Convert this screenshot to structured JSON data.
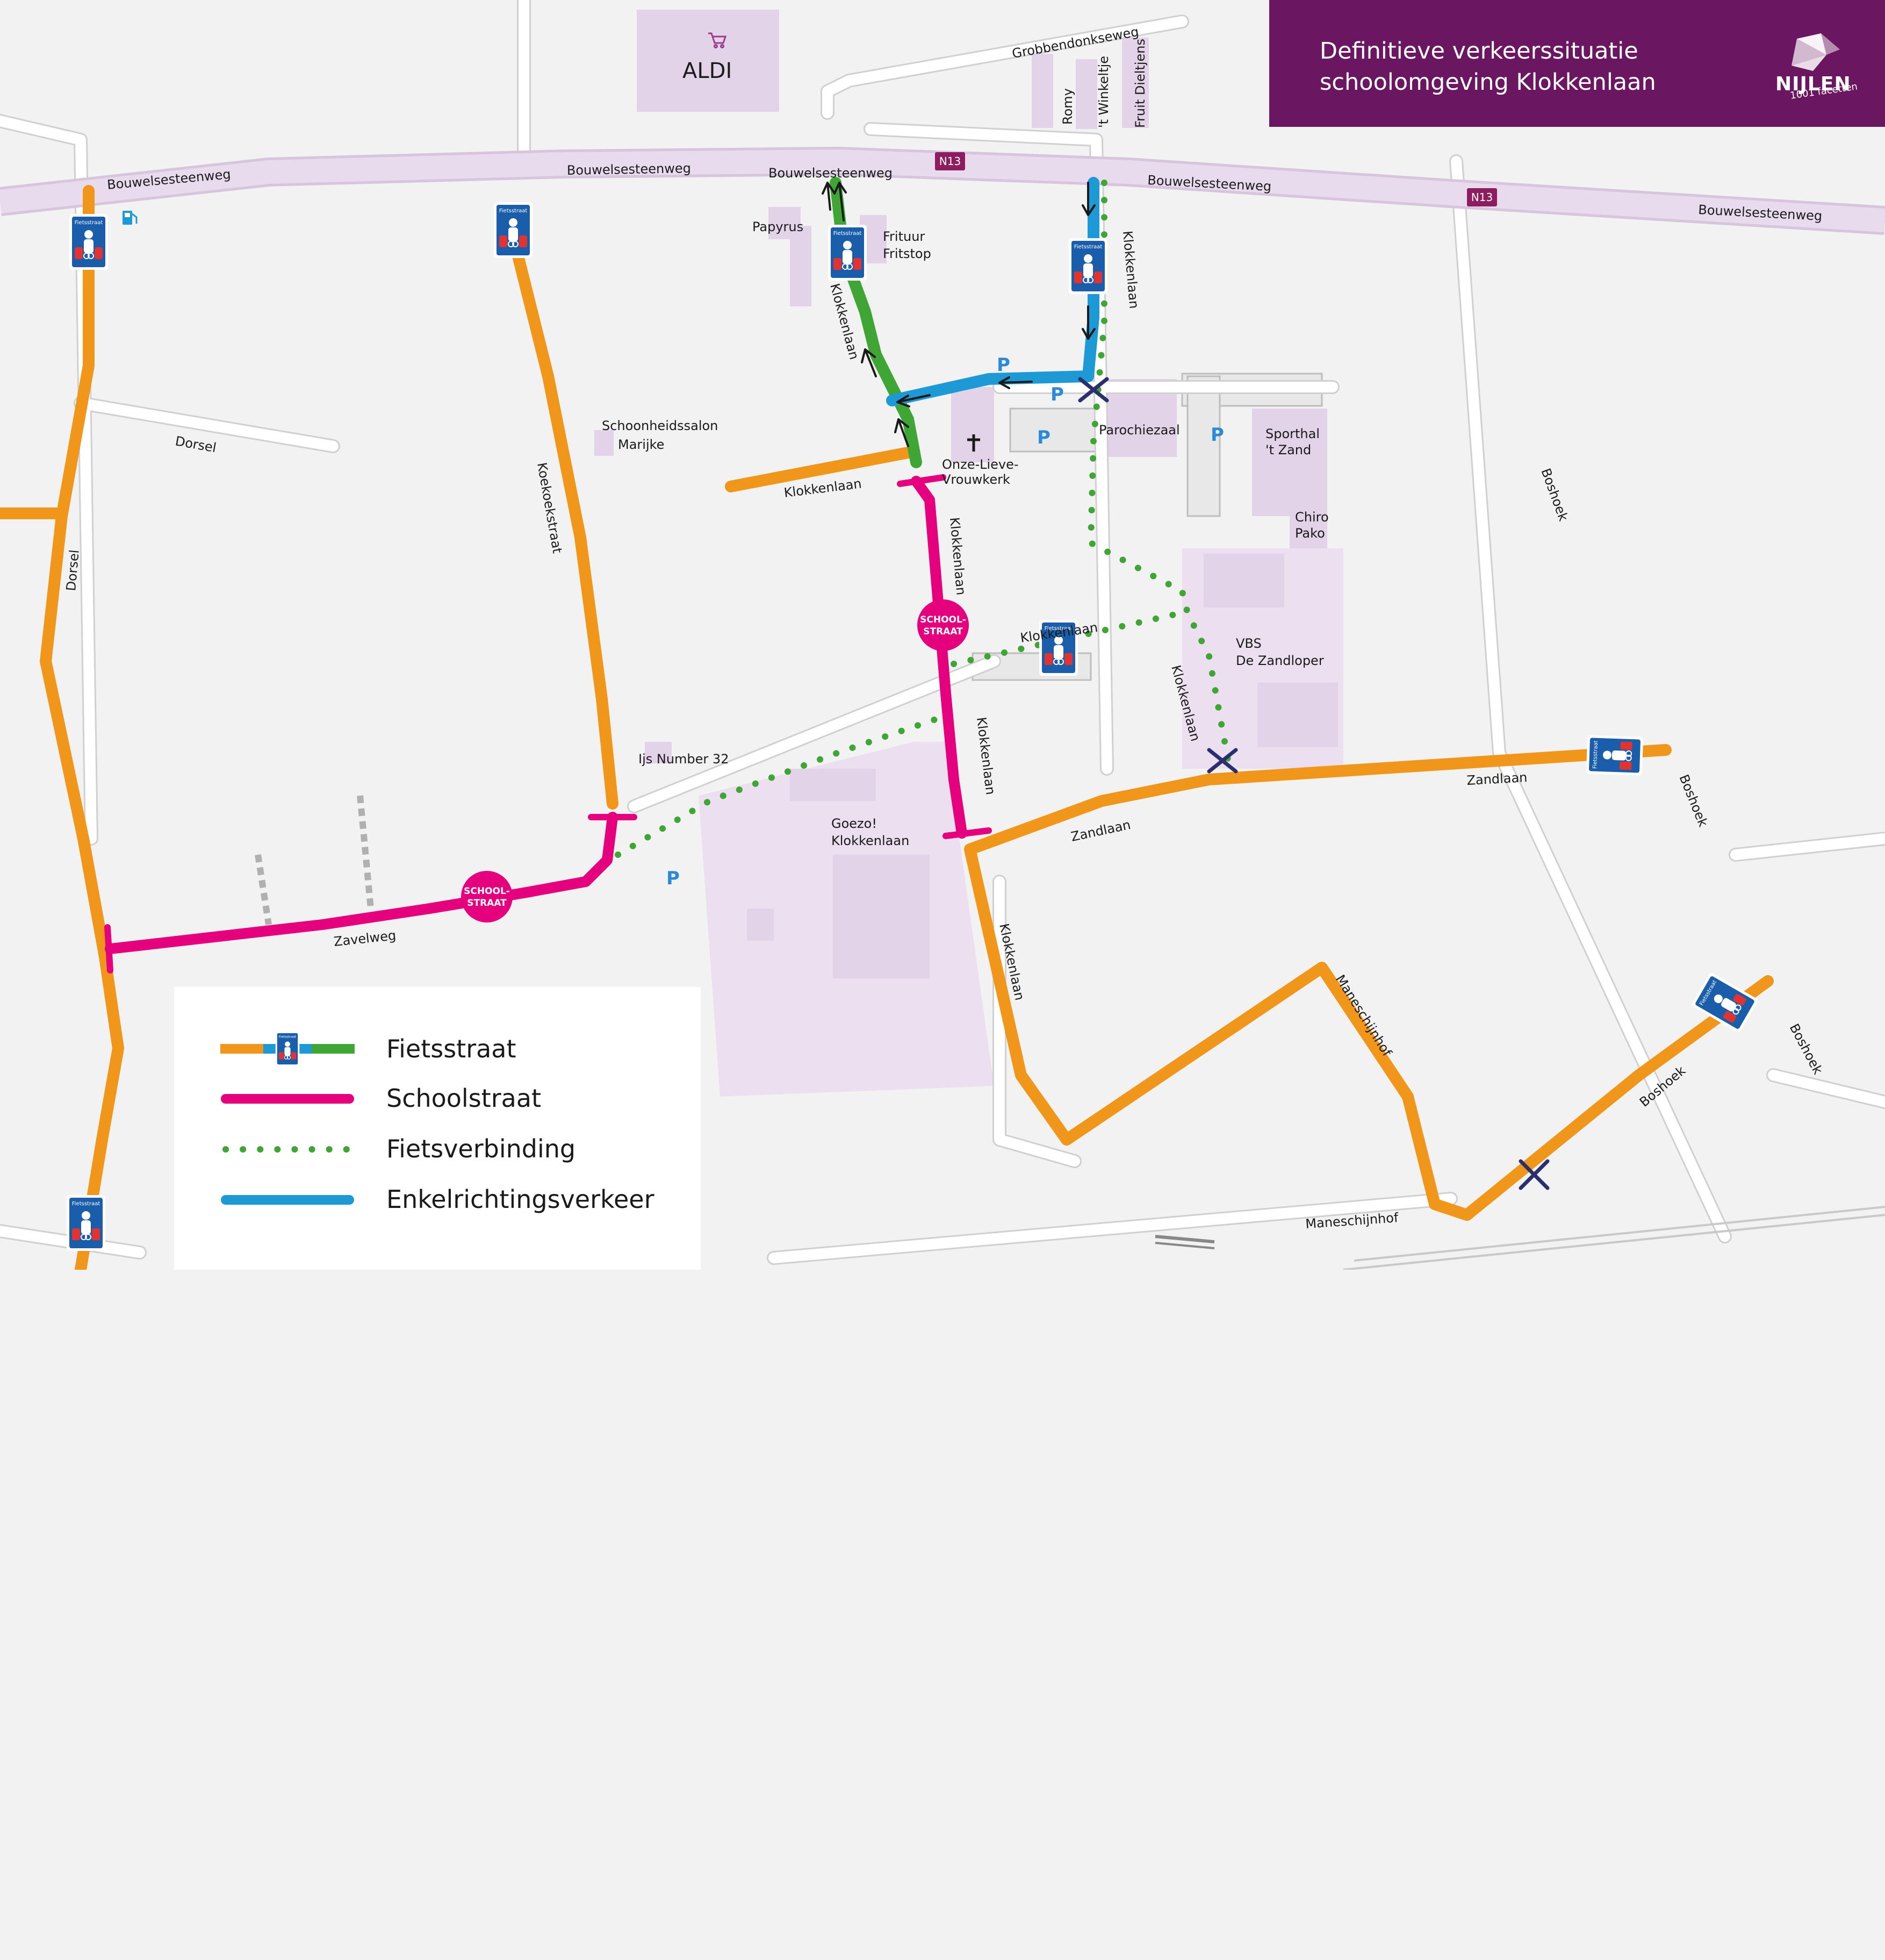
{
  "title": {
    "line1": "Definitieve verkeerssituatie",
    "line2": "schoolomgeving Klokkenlaan"
  },
  "logo": {
    "name": "NIJLEN",
    "tagline": "1001 facetten",
    "icon": "nijlen-facet-icon"
  },
  "colors": {
    "title_bg": "#6b1660",
    "fietsstraat": "#f0961a",
    "fietsstraat_green": "#3fa535",
    "schoolstraat": "#e5007e",
    "fietsverbinding": "#3fa535",
    "enkelrichting": "#1d9ad6",
    "n13_badge": "#8c1d5f",
    "buildings": "#e3d3e8",
    "main_road": "#e6d7eb",
    "sign_blue": "#1a5dab"
  },
  "roads": {
    "bouwelse_1": "Bouwelsesteenweg",
    "bouwelse_2": "Bouwelsesteenweg",
    "bouwelse_3": "Bouwelsesteenweg",
    "bouwelse_4": "Bouwelsesteenweg",
    "bouwelse_5": "Bouwelsesteenweg",
    "n13_1": "N13",
    "n13_2": "N13",
    "grobbendonkseweg": "Grobbendonkseweg",
    "dorsel_1": "Dorsel",
    "dorsel_2": "Dorsel",
    "koekoekstraat": "Koekoekstraat",
    "zavelweg": "Zavelweg",
    "klokkenlaan_1": "Klokkenlaan",
    "klokkenlaan_2": "Klokkenlaan",
    "klokkenlaan_3": "Klokkenlaan",
    "klokkenlaan_4": "Klokkenlaan",
    "klokkenlaan_5": "Klokkenlaan",
    "klokkenlaan_6": "Klokkenlaan",
    "klokkenlaan_7": "Klokkenlaan",
    "klokkenlaan_8": "Klokkenlaan",
    "zandlaan_1": "Zandlaan",
    "zandlaan_2": "Zandlaan",
    "boshoek_1": "Boshoek",
    "boshoek_2": "Boshoek",
    "boshoek_3": "Boshoek",
    "boshoek_4": "Boshoek",
    "maneschijnhof_1": "Maneschijnhof",
    "maneschijnhof_2": "Maneschijnhof"
  },
  "places": {
    "aldi": "ALDI",
    "romy": "Romy",
    "winkeltje": "'t Winkeltje",
    "fruit": "Fruit Dieltjens",
    "papyrus": "Papyrus",
    "frituur_1": "Frituur",
    "frituur_2": "Fritstop",
    "schoonheid_1": "Schoonheidssalon",
    "schoonheid_2": "Marijke",
    "kerk_1": "Onze-Lieve-",
    "kerk_2": "Vrouwkerk",
    "parochiezaal": "Parochiezaal",
    "sporthal_1": "Sporthal",
    "sporthal_2": "'t Zand",
    "chiro_1": "Chiro",
    "chiro_2": "Pako",
    "vbs_1": "VBS",
    "vbs_2": "De Zandloper",
    "ijs": "Ijs Number 32",
    "goezo_1": "Goezo!",
    "goezo_2": "Klokkenlaan"
  },
  "parking_label": "P",
  "schoolstraat_badge": {
    "line1": "SCHOOL-",
    "line2": "STRAAT"
  },
  "sign_text": "Fietsstraat",
  "legend": [
    {
      "label": "Fietsstraat",
      "icon": "fietsstraat-sign-icon"
    },
    {
      "label": "Schoolstraat"
    },
    {
      "label": "Fietsverbinding"
    },
    {
      "label": "Enkelrichtingsverkeer"
    }
  ]
}
